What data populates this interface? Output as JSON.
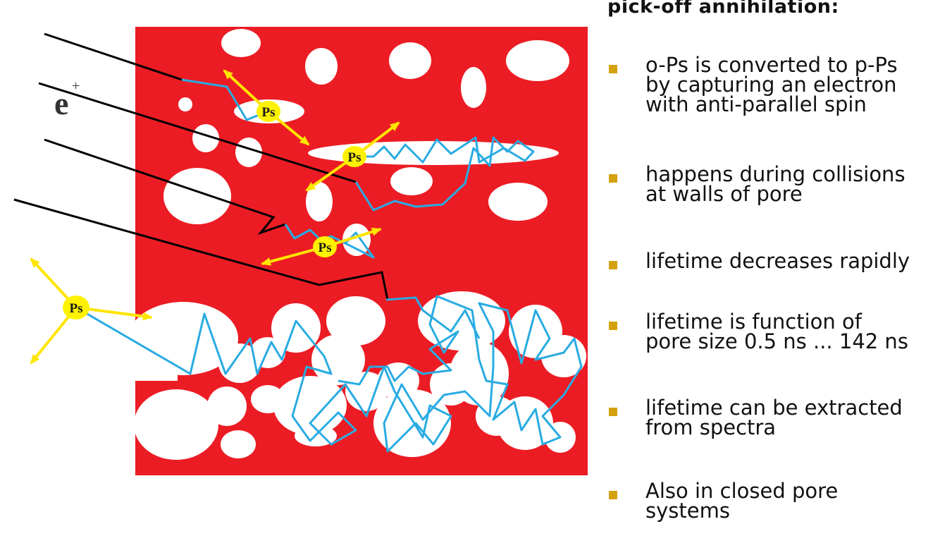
{
  "diagram": {
    "particle_label": "Ps",
    "positron_label": "e",
    "positron_sup": "+",
    "colors": {
      "material": "#ec1c24",
      "pore": "#ffffff",
      "ps_path": "#29abe2",
      "ps_fill": "#fff200",
      "arrow": "#ffe500",
      "positron_track": "#000000"
    }
  },
  "panel": {
    "title": "pick-off annihilation:",
    "bullets": [
      "o-Ps is converted to p-Ps\nby capturing an electron\nwith anti-parallel spin",
      "happens during collisions\nat walls of pore",
      "lifetime decreases rapidly",
      "lifetime is function of\npore size 0.5 ns ... 142 ns",
      "lifetime can be extracted\nfrom spectra",
      "Also in closed pore\nsystems"
    ]
  }
}
